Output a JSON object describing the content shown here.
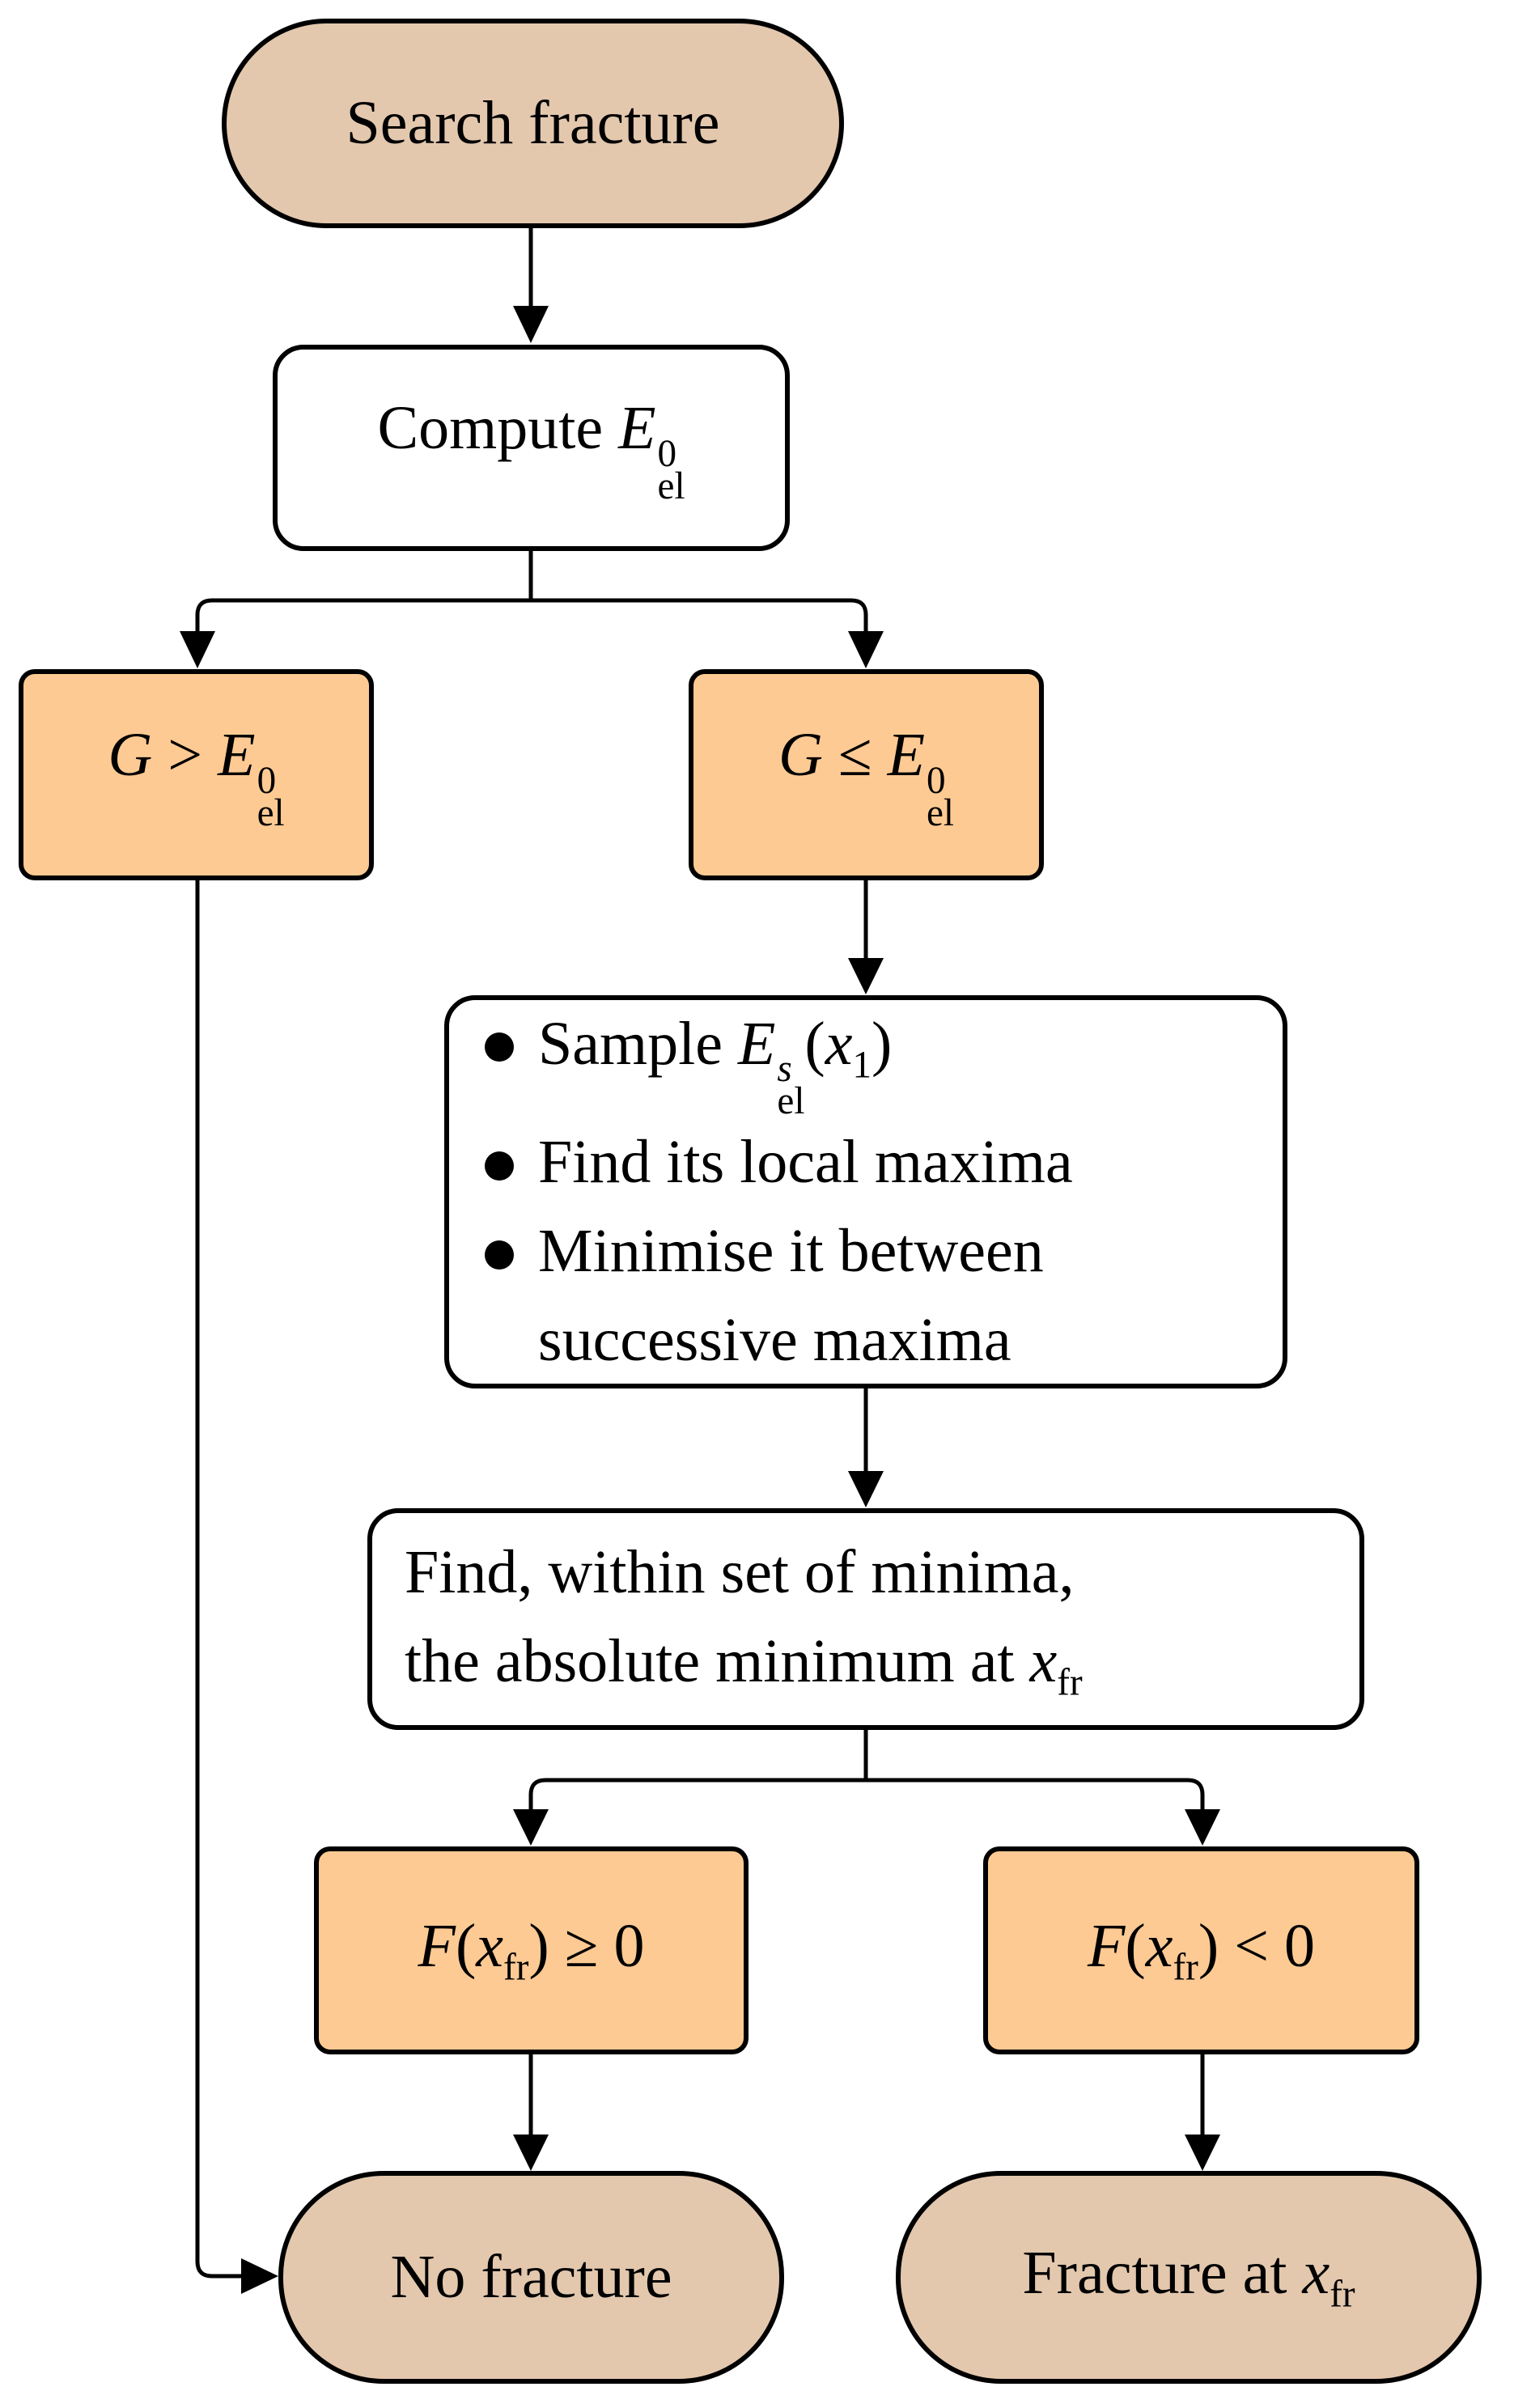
{
  "diagram": {
    "type": "flowchart",
    "colors": {
      "terminal_fill": "#E3C8AE",
      "decision_fill": "#FDCA93",
      "process_fill": "#FFFFFF",
      "stroke": "#000000"
    },
    "nodes": {
      "start": {
        "kind": "terminal",
        "label": "Search fracture"
      },
      "compute": {
        "kind": "process",
        "prefix": "Compute",
        "var": "E",
        "sup": "0",
        "sub": "el"
      },
      "cond_g_gt": {
        "kind": "decision",
        "lhs": "G",
        "op": ">",
        "var": "E",
        "sup": "0",
        "sub": "el"
      },
      "cond_g_le": {
        "kind": "decision",
        "lhs": "G",
        "op": "≤",
        "var": "E",
        "sup": "0",
        "sub": "el"
      },
      "sample": {
        "kind": "process",
        "items": [
          {
            "prefix": "Sample",
            "var": "E",
            "sup": "s",
            "sub": "el",
            "arg_open": "(",
            "arg_var": "x",
            "arg_sub": "1",
            "arg_close": ")"
          },
          {
            "text": "Find its local maxima"
          },
          {
            "text": "Minimise it between"
          }
        ],
        "continuation": "successive maxima"
      },
      "find_min": {
        "kind": "process",
        "line1": "Find, within set of minima,",
        "line2_prefix": "the absolute minimum at",
        "var": "x",
        "sub": "fr"
      },
      "cond_f_ge": {
        "kind": "decision",
        "func": "F",
        "open": "(",
        "var": "x",
        "sub": "fr",
        "close": ")",
        "op": "≥",
        "rhs": "0"
      },
      "cond_f_lt": {
        "kind": "decision",
        "func": "F",
        "open": "(",
        "var": "x",
        "sub": "fr",
        "close": ")",
        "op": "<",
        "rhs": "0"
      },
      "no_fracture": {
        "kind": "terminal",
        "label": "No fracture"
      },
      "fracture_at": {
        "kind": "terminal",
        "prefix": "Fracture at",
        "var": "x",
        "sub": "fr"
      }
    },
    "edges": [
      {
        "from": "start",
        "to": "compute"
      },
      {
        "from": "compute",
        "to": "cond_g_gt"
      },
      {
        "from": "compute",
        "to": "cond_g_le"
      },
      {
        "from": "cond_g_gt",
        "to": "no_fracture"
      },
      {
        "from": "cond_g_le",
        "to": "sample"
      },
      {
        "from": "sample",
        "to": "find_min"
      },
      {
        "from": "find_min",
        "to": "cond_f_ge"
      },
      {
        "from": "find_min",
        "to": "cond_f_lt"
      },
      {
        "from": "cond_f_ge",
        "to": "no_fracture"
      },
      {
        "from": "cond_f_lt",
        "to": "fracture_at"
      }
    ]
  }
}
